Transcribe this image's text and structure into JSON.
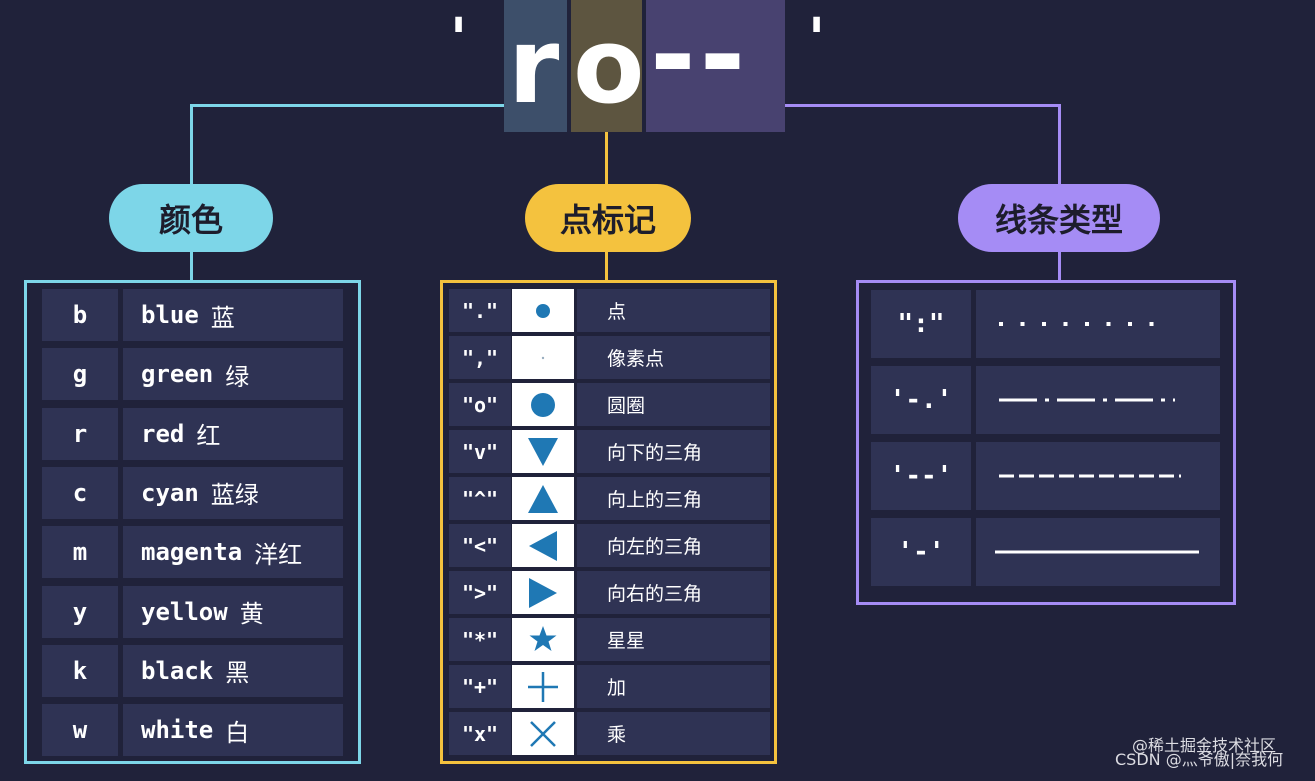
{
  "header": {
    "quote_left": "'",
    "quote_right": "'",
    "color_part": "r",
    "marker_part": "o",
    "linestyle_part": "--",
    "colors": {
      "color_block": "#3d4f6a",
      "marker_block": "#5d5540",
      "linestyle_block": "#484270"
    }
  },
  "categories": {
    "color": {
      "label": "颜色",
      "accent": "#7dd6e8"
    },
    "marker": {
      "label": "点标记",
      "accent": "#f4c23e"
    },
    "linestyle": {
      "label": "线条类型",
      "accent": "#a58cf5"
    }
  },
  "colors_table": [
    {
      "code": "b",
      "name": "blue",
      "cn": "蓝"
    },
    {
      "code": "g",
      "name": "green",
      "cn": "绿"
    },
    {
      "code": "r",
      "name": "red",
      "cn": "红"
    },
    {
      "code": "c",
      "name": "cyan",
      "cn": "蓝绿"
    },
    {
      "code": "m",
      "name": "magenta",
      "cn": "洋红"
    },
    {
      "code": "y",
      "name": "yellow",
      "cn": "黄"
    },
    {
      "code": "k",
      "name": "black",
      "cn": "黑"
    },
    {
      "code": "w",
      "name": "white",
      "cn": "白"
    }
  ],
  "markers_table": [
    {
      "code": "\".\"",
      "icon": "point-marker-icon",
      "label": "点"
    },
    {
      "code": "\",\"",
      "icon": "pixel-marker-icon",
      "label": "像素点"
    },
    {
      "code": "\"o\"",
      "icon": "circle-marker-icon",
      "label": "圆圈"
    },
    {
      "code": "\"v\"",
      "icon": "triangle-down-icon",
      "label": "向下的三角"
    },
    {
      "code": "\"^\"",
      "icon": "triangle-up-icon",
      "label": "向上的三角"
    },
    {
      "code": "\"<\"",
      "icon": "triangle-left-icon",
      "label": "向左的三角"
    },
    {
      "code": "\">\"",
      "icon": "triangle-right-icon",
      "label": "向右的三角"
    },
    {
      "code": "\"*\"",
      "icon": "star-marker-icon",
      "label": "星星"
    },
    {
      "code": "\"+\"",
      "icon": "plus-marker-icon",
      "label": "加"
    },
    {
      "code": "\"x\"",
      "icon": "x-marker-icon",
      "label": "乘"
    }
  ],
  "marker_icon_color": "#1f78b4",
  "linestyles_table": [
    {
      "code": "\":\"",
      "style": "dotted"
    },
    {
      "code": "'-.'",
      "style": "dashdot"
    },
    {
      "code": "'--'",
      "style": "dashed"
    },
    {
      "code": "'-'",
      "style": "solid"
    }
  ],
  "watermark": {
    "line1": "@稀土掘金技术社区",
    "line2": "CSDN @灬爷傲|奈我何"
  }
}
